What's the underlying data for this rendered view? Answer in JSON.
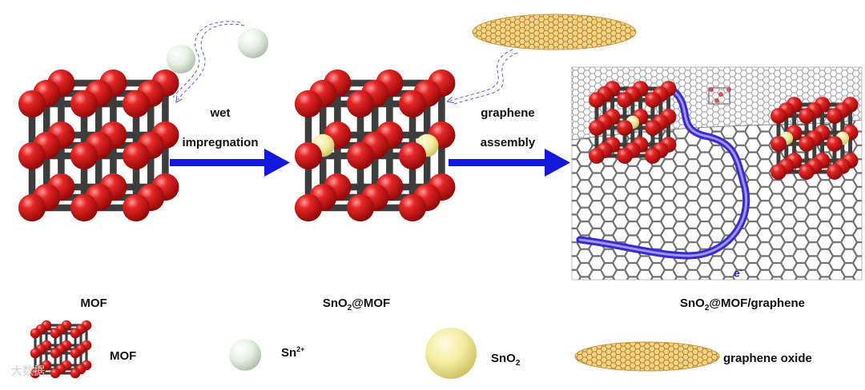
{
  "labels": {
    "step1_line1": "wet",
    "step1_line2": "impregnation",
    "step2_line1": "graphene",
    "step2_line2": "assembly",
    "mof": "MOF",
    "sno2_mof": {
      "main": "SnO",
      "sub": "2",
      "rest": "@MOF"
    },
    "sno2_mof_graphene": {
      "main": "SnO",
      "sub": "2",
      "rest": "@MOF/graphene"
    },
    "electron": {
      "main": "e",
      "sup": "-"
    }
  },
  "legend": {
    "mof": "MOF",
    "sn_ion": {
      "main": "Sn",
      "sup": "2+"
    },
    "sno2": {
      "main": "SnO",
      "sub": "2"
    },
    "graphene_oxide": "graphene oxide"
  },
  "watermark": "大数据",
  "colors": {
    "sphere_red": "#d81c1c",
    "frame": "#444444",
    "arrow_blue": "#1418d8",
    "sn_ion": "#e4f0e2",
    "sno2": "#f2eba0",
    "graphene_oxide": "#e0a844",
    "electron_path": "#5a4ad8"
  }
}
